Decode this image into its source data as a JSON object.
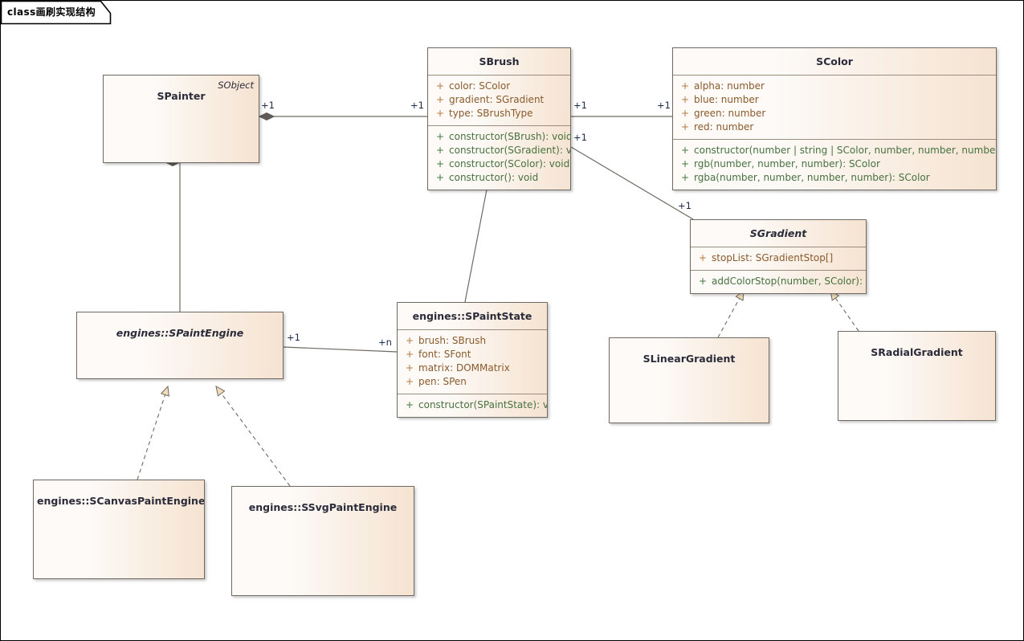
{
  "diagram": {
    "frame_label": "class画刷实现结构",
    "background": "#ffffff",
    "border_color": "#000000"
  },
  "theme": {
    "box_fill_left": "#fdfaf7",
    "box_fill_right": "#f6e3d1",
    "box_border": "#6e6a63",
    "attr_color": "#8a5a2b",
    "op_color": "#46713f",
    "title_color": "#2b2b3a",
    "connector_color": "#6e6a63",
    "arrow_fill": "#f3ddba",
    "multiplicity_color": "#1b2a4a"
  },
  "classes": {
    "spainter": {
      "name": "SPainter",
      "stereotype": "SObject",
      "abstract": false
    },
    "sbrush": {
      "name": "SBrush",
      "abstract": false,
      "attributes": [
        {
          "vis": "+",
          "text": "color: SColor"
        },
        {
          "vis": "+",
          "text": "gradient: SGradient"
        },
        {
          "vis": "+",
          "text": "type: SBrushType"
        }
      ],
      "operations": [
        {
          "vis": "+",
          "text": "constructor(SBrush): void"
        },
        {
          "vis": "+",
          "text": "constructor(SGradient): void"
        },
        {
          "vis": "+",
          "text": "constructor(SColor): void"
        },
        {
          "vis": "+",
          "text": "constructor(): void"
        }
      ]
    },
    "scolor": {
      "name": "SColor",
      "abstract": false,
      "attributes": [
        {
          "vis": "+",
          "text": "alpha: number"
        },
        {
          "vis": "+",
          "text": "blue: number"
        },
        {
          "vis": "+",
          "text": "green: number"
        },
        {
          "vis": "+",
          "text": "red: number"
        }
      ],
      "operations": [
        {
          "vis": "+",
          "text": "constructor(number | string | SColor, number, number, number): void"
        },
        {
          "vis": "+",
          "text": "rgb(number, number, number): SColor"
        },
        {
          "vis": "+",
          "text": "rgba(number, number, number, number): SColor"
        }
      ]
    },
    "sgradient": {
      "name": "SGradient",
      "abstract": true,
      "attributes": [
        {
          "vis": "+",
          "text": "stopList: SGradientStop[]"
        }
      ],
      "operations": [
        {
          "vis": "+",
          "text": "addColorStop(number, SColor): void"
        }
      ]
    },
    "spaintengine": {
      "name": "engines::SPaintEngine",
      "abstract": true
    },
    "spaintstate": {
      "name": "engines::SPaintState",
      "abstract": false,
      "attributes": [
        {
          "vis": "+",
          "text": "brush: SBrush"
        },
        {
          "vis": "+",
          "text": "font: SFont"
        },
        {
          "vis": "+",
          "text": "matrix: DOMMatrix"
        },
        {
          "vis": "+",
          "text": "pen: SPen"
        }
      ],
      "operations": [
        {
          "vis": "+",
          "text": "constructor(SPaintState): void"
        }
      ]
    },
    "slineargradient": {
      "name": "SLinearGradient",
      "abstract": false
    },
    "sradialgradient": {
      "name": "SRadialGradient",
      "abstract": false
    },
    "scanvaspaintengine": {
      "name": "engines::SCanvasPaintEngine",
      "abstract": false
    },
    "ssvgpaintengine": {
      "name": "engines::SSvgPaintEngine",
      "abstract": false
    }
  },
  "multiplicities": {
    "painter_brush_src": "+1",
    "painter_brush_dst": "+1",
    "brush_color_src": "+1",
    "brush_color_dst": "+1",
    "brush_gradient_src": "+1",
    "brush_gradient_dst": "+1",
    "engine_state_src": "+1",
    "engine_state_dst": "+n"
  }
}
